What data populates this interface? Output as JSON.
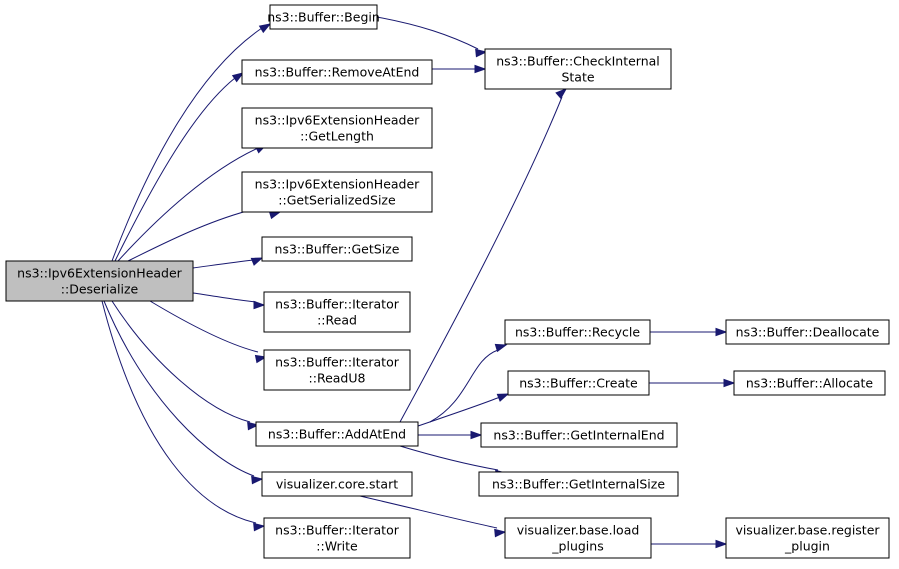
{
  "diagram": {
    "nodes": [
      {
        "id": "root",
        "lines": [
          "ns3::Ipv6ExtensionHeader",
          "::Deserialize"
        ],
        "highlighted": true
      },
      {
        "id": "begin",
        "lines": [
          "ns3::Buffer::Begin"
        ]
      },
      {
        "id": "removeatend",
        "lines": [
          "ns3::Buffer::RemoveAtEnd"
        ]
      },
      {
        "id": "getlength",
        "lines": [
          "ns3::Ipv6ExtensionHeader",
          "::GetLength"
        ]
      },
      {
        "id": "getserializedsize",
        "lines": [
          "ns3::Ipv6ExtensionHeader",
          "::GetSerializedSize"
        ]
      },
      {
        "id": "getsize",
        "lines": [
          "ns3::Buffer::GetSize"
        ]
      },
      {
        "id": "read",
        "lines": [
          "ns3::Buffer::Iterator",
          "::Read"
        ]
      },
      {
        "id": "readu8",
        "lines": [
          "ns3::Buffer::Iterator",
          "::ReadU8"
        ]
      },
      {
        "id": "addatend",
        "lines": [
          "ns3::Buffer::AddAtEnd"
        ]
      },
      {
        "id": "vcorestart",
        "lines": [
          "visualizer.core.start"
        ]
      },
      {
        "id": "write",
        "lines": [
          "ns3::Buffer::Iterator",
          "::Write"
        ]
      },
      {
        "id": "checkinternal",
        "lines": [
          "ns3::Buffer::CheckInternal",
          "State"
        ]
      },
      {
        "id": "recycle",
        "lines": [
          "ns3::Buffer::Recycle"
        ]
      },
      {
        "id": "create",
        "lines": [
          "ns3::Buffer::Create"
        ]
      },
      {
        "id": "getinternalend",
        "lines": [
          "ns3::Buffer::GetInternalEnd"
        ]
      },
      {
        "id": "getinternalsize",
        "lines": [
          "ns3::Buffer::GetInternalSize"
        ]
      },
      {
        "id": "loadplugins",
        "lines": [
          "visualizer.base.load",
          "_plugins"
        ]
      },
      {
        "id": "deallocate",
        "lines": [
          "ns3::Buffer::Deallocate"
        ]
      },
      {
        "id": "allocate",
        "lines": [
          "ns3::Buffer::Allocate"
        ]
      },
      {
        "id": "registerplugin",
        "lines": [
          "visualizer.base.register",
          "_plugin"
        ]
      }
    ],
    "edges": [
      {
        "from": "root",
        "to": "begin"
      },
      {
        "from": "root",
        "to": "removeatend"
      },
      {
        "from": "root",
        "to": "getlength"
      },
      {
        "from": "root",
        "to": "getserializedsize"
      },
      {
        "from": "root",
        "to": "getsize"
      },
      {
        "from": "root",
        "to": "read"
      },
      {
        "from": "root",
        "to": "readu8"
      },
      {
        "from": "root",
        "to": "addatend"
      },
      {
        "from": "root",
        "to": "vcorestart"
      },
      {
        "from": "root",
        "to": "write"
      },
      {
        "from": "begin",
        "to": "checkinternal"
      },
      {
        "from": "removeatend",
        "to": "checkinternal"
      },
      {
        "from": "addatend",
        "to": "checkinternal"
      },
      {
        "from": "addatend",
        "to": "recycle"
      },
      {
        "from": "addatend",
        "to": "create"
      },
      {
        "from": "addatend",
        "to": "getinternalend"
      },
      {
        "from": "addatend",
        "to": "getinternalsize"
      },
      {
        "from": "recycle",
        "to": "deallocate"
      },
      {
        "from": "create",
        "to": "allocate"
      },
      {
        "from": "vcorestart",
        "to": "loadplugins"
      },
      {
        "from": "loadplugins",
        "to": "registerplugin"
      }
    ]
  }
}
